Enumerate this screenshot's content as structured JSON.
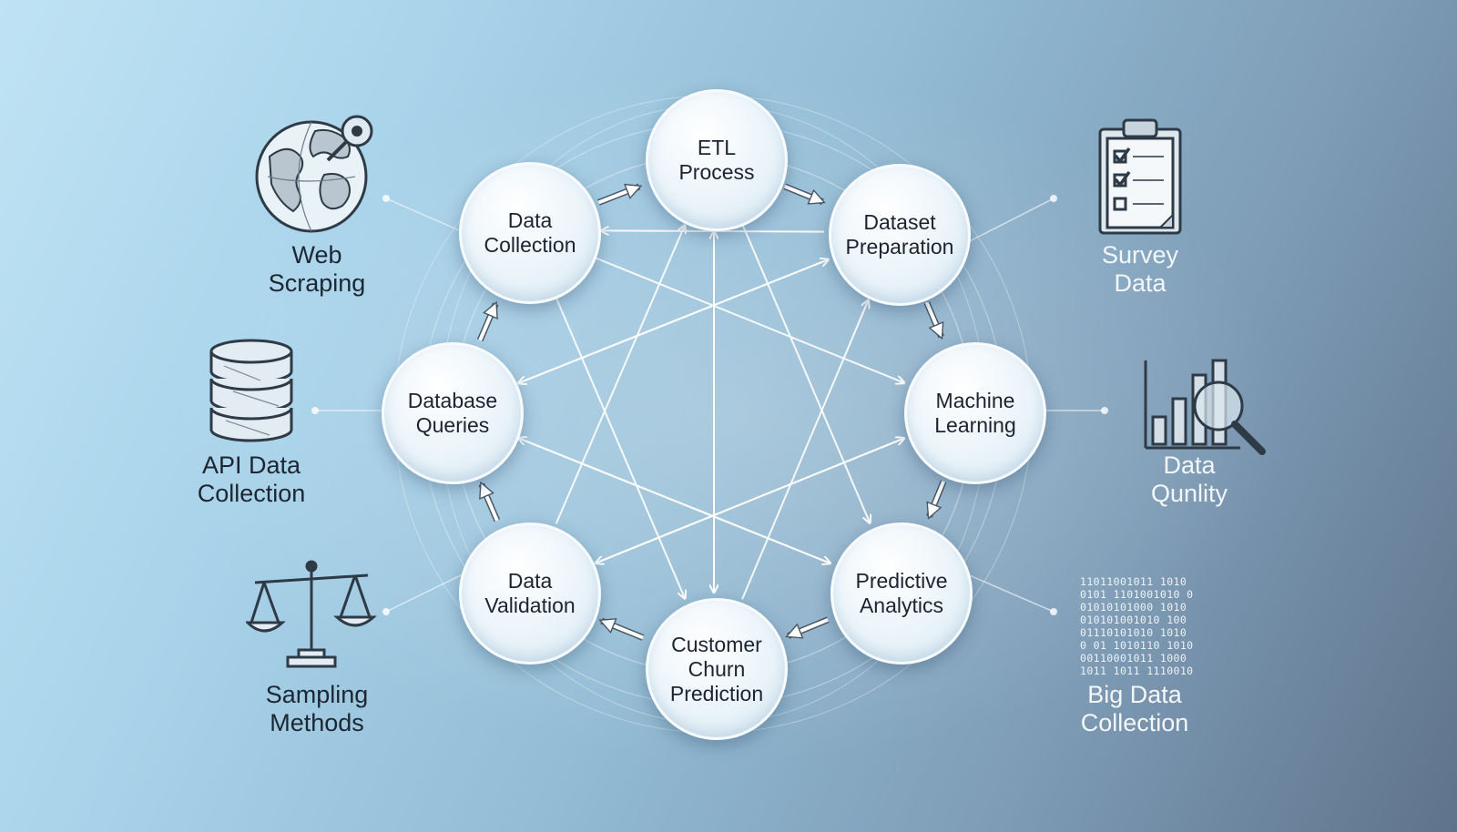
{
  "nodes": [
    {
      "id": "etl",
      "label": "ETL\nProcess"
    },
    {
      "id": "dataset-prep",
      "label": "Dataset\nPreparation"
    },
    {
      "id": "ml",
      "label": "Machine\nLearning"
    },
    {
      "id": "predictive",
      "label": "Predictive\nAnalytics"
    },
    {
      "id": "churn",
      "label": "Customer\nChurn\nPrediction"
    },
    {
      "id": "validation",
      "label": "Data\nValidation"
    },
    {
      "id": "db-queries",
      "label": "Database\nQueries"
    },
    {
      "id": "data-collection",
      "label": "Data\nCollection"
    }
  ],
  "side_items": {
    "web_scraping": {
      "label": "Web\nScraping",
      "icon": "globe-pin-icon"
    },
    "api_data": {
      "label": "API Data\nCollection",
      "icon": "database-icon"
    },
    "sampling": {
      "label": "Sampling\nMethods",
      "icon": "balance-scale-icon"
    },
    "survey": {
      "label": "Survey\nData",
      "icon": "clipboard-checklist-icon"
    },
    "quality": {
      "label": "Data\nQunlity",
      "icon": "bar-chart-magnifier-icon"
    },
    "big_data": {
      "label": "Big Data\nCollection",
      "icon": "binary-code-icon"
    }
  },
  "binary_lines": [
    "11011001011 1010",
    "0101 1101001010 0",
    "01010101000 1010",
    "010101001010 100",
    "01110101010 1010",
    "0 01 1010110 1010",
    "00110001011 1000",
    "1011 1011 1110010"
  ],
  "colors": {
    "node_fill": "#eef6fb",
    "arrow": "#ffffff",
    "left_text": "#1c2733",
    "right_text": "#f3f7fb"
  }
}
